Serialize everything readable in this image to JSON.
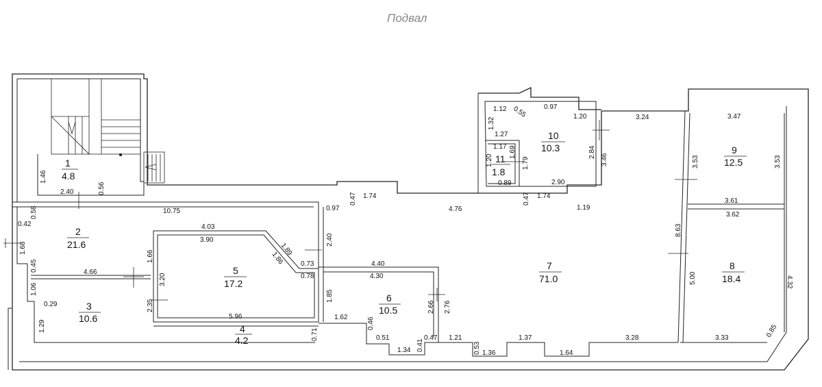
{
  "title": "Подвал",
  "rooms": [
    {
      "id": "r1",
      "number": "1",
      "area": "4.8"
    },
    {
      "id": "r2",
      "number": "2",
      "area": "21.6"
    },
    {
      "id": "r3",
      "number": "3",
      "area": "10.6"
    },
    {
      "id": "r4",
      "number": "4",
      "area": "4.2"
    },
    {
      "id": "r5",
      "number": "5",
      "area": "17.2"
    },
    {
      "id": "r6",
      "number": "6",
      "area": "10.5"
    },
    {
      "id": "r7",
      "number": "7",
      "area": "71.0"
    },
    {
      "id": "r8",
      "number": "8",
      "area": "18.4"
    },
    {
      "id": "r9",
      "number": "9",
      "area": "12.5"
    },
    {
      "id": "r10",
      "number": "10",
      "area": "10.3"
    },
    {
      "id": "r11",
      "number": "11",
      "area": "1.8"
    }
  ],
  "dimensions": {
    "d_1_46": "1.46",
    "d_2_40a": "2.40",
    "d_0_56": "0.56",
    "d_10_75": "10.75",
    "d_0_58": "0.58",
    "d_0_42": "0.42",
    "d_1_68": "1.68",
    "d_0_45": "0.45",
    "d_4_66": "4.66",
    "d_1_06": "1.06",
    "d_0_29": "0.29",
    "d_1_29": "1.29",
    "d_4_03": "4.03",
    "d_3_90": "3.90",
    "d_1_89": "1.89",
    "d_1_86": "1.86",
    "d_1_66": "1.66",
    "d_3_20": "3.20",
    "d_0_73": "0.73",
    "d_0_78": "0.78",
    "d_2_35": "2.35",
    "d_5_96": "5.96",
    "d_0_71": "0.71",
    "d_0_97a": "0.97",
    "d_2_40b": "2.40",
    "d_0_47a": "0.47",
    "d_1_74a": "1.74",
    "d_4_76": "4.76",
    "d_0_47b": "0.47",
    "d_1_74b": "1.74",
    "d_1_19": "1.19",
    "d_4_40": "4.40",
    "d_4_30": "4.30",
    "d_1_85": "1.85",
    "d_1_62": "1.62",
    "d_0_46": "0.46",
    "d_0_51": "0.51",
    "d_1_34": "1.34",
    "d_0_41": "0.41",
    "d_0_47c": "0.47",
    "d_2_66": "2.66",
    "d_2_76": "2.76",
    "d_1_21": "1.21",
    "d_0_53": "0.53",
    "d_1_36": "1.36",
    "d_1_37": "1.37",
    "d_1_64": "1.64",
    "d_3_28": "3.28",
    "d_1_12": "1.12",
    "d_0_55": "0.55",
    "d_0_97b": "0.97",
    "d_1_20a": "1.20",
    "d_1_32": "1.32",
    "d_1_27": "1.27",
    "d_1_17": "1.17",
    "d_1_69": "1.69",
    "d_1_20b": "1.20",
    "d_1_79": "1.79",
    "d_0_89": "0.89",
    "d_2_84": "2.84",
    "d_3_46": "3.46",
    "d_2_90": "2.90",
    "d_3_24": "3.24",
    "d_3_47": "3.47",
    "d_3_53a": "3.53",
    "d_3_53b": "3.53",
    "d_3_61": "3.61",
    "d_8_63": "8.63",
    "d_3_62": "3.62",
    "d_5_00": "5.00",
    "d_4_32": "4.32",
    "d_3_33": "3.33",
    "d_0_85": "0.85"
  }
}
